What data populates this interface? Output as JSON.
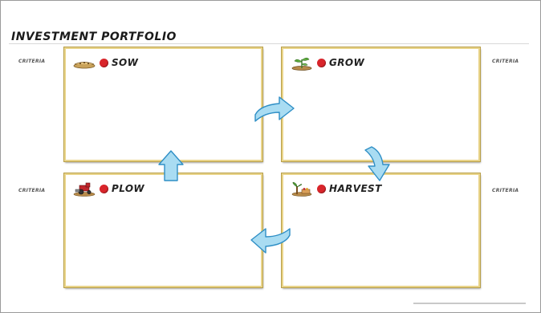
{
  "title": "INVESTMENT PORTFOLIO",
  "criteria_label": "CRITERIA",
  "quadrants": {
    "sow": {
      "label": "SOW",
      "icon": "seed-tray-icon"
    },
    "grow": {
      "label": "GROW",
      "icon": "sprouting-plant-icon"
    },
    "plow": {
      "label": "PLOW",
      "icon": "tractor-icon"
    },
    "harvest": {
      "label": "HARVEST",
      "icon": "harvest-tree-icon"
    }
  },
  "colors": {
    "frame_border": "#e9d48a",
    "status_dot": "#d9252b",
    "arrow_fill": "#a9dcf2",
    "arrow_stroke": "#2f8fc6"
  }
}
